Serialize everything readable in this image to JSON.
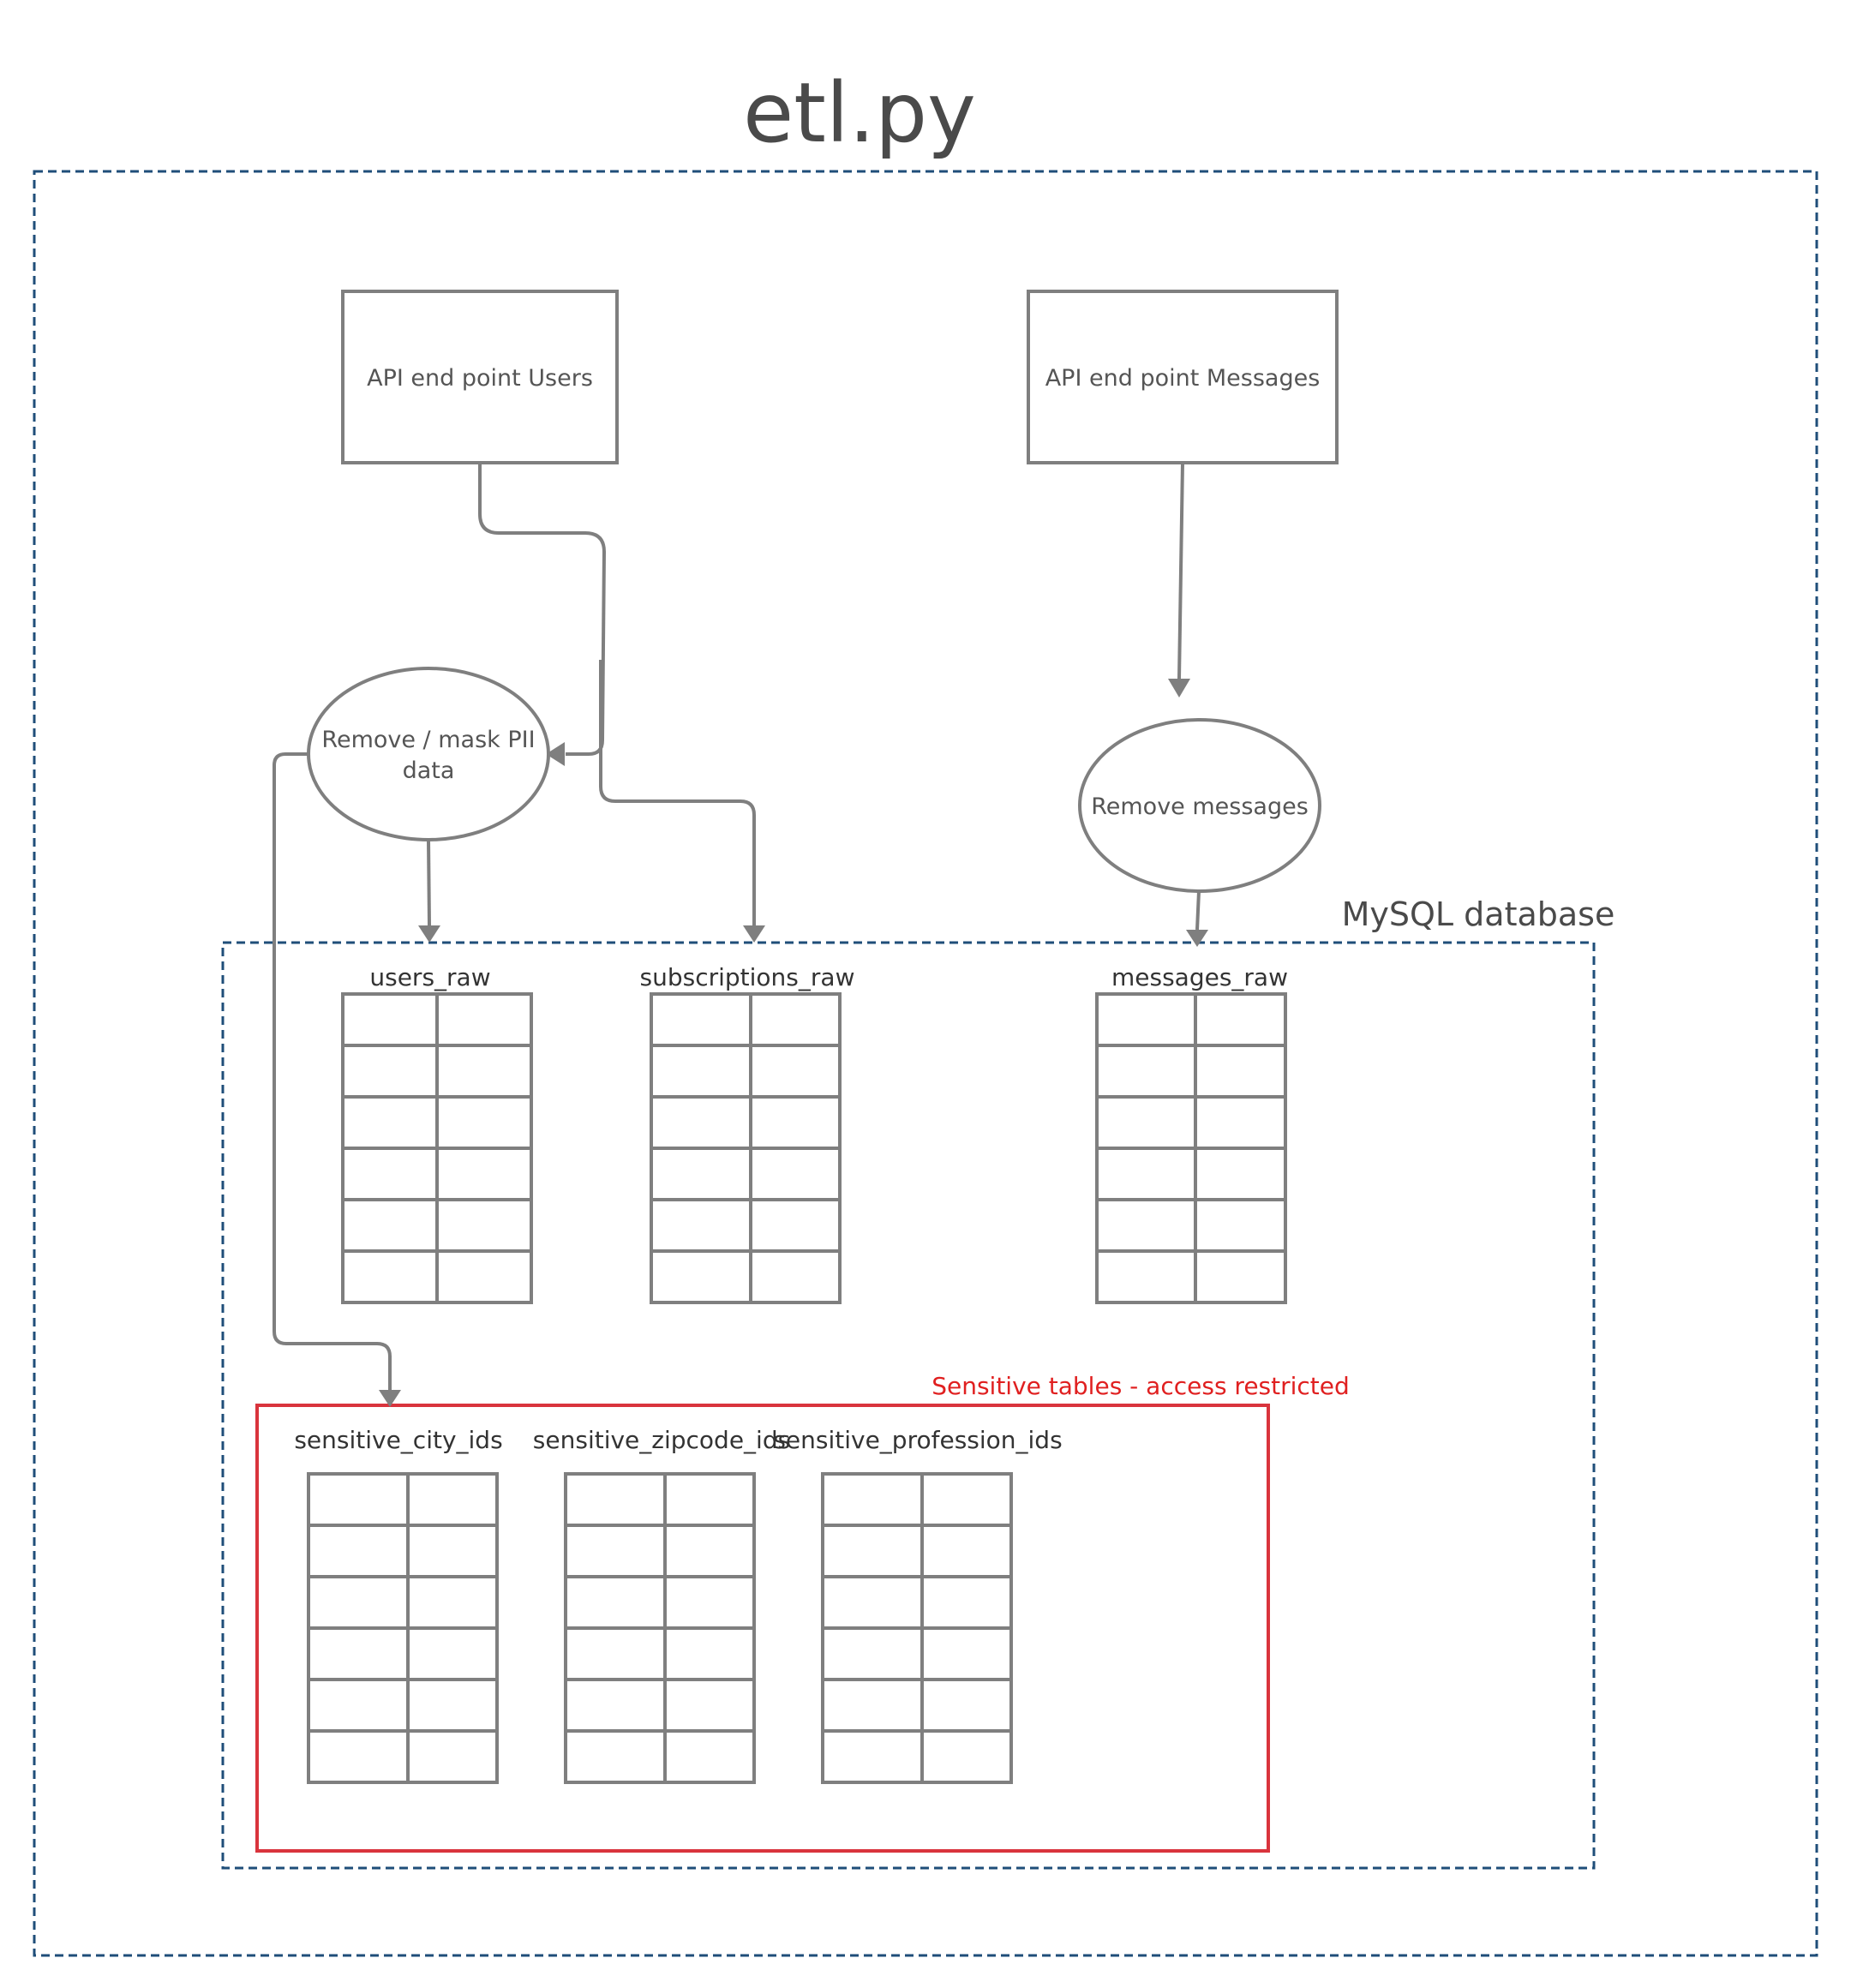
{
  "diagram": {
    "title": "etl.py",
    "database_label": "MySQL database",
    "restricted_label": "Sensitive tables - access restricted",
    "nodes": {
      "api_users": "API end point Users",
      "api_messages": "API end point Messages",
      "remove_pii_line1": "Remove / mask PII",
      "remove_pii_line2": "data",
      "remove_messages": "Remove messages"
    },
    "tables": {
      "users_raw": "users_raw",
      "subscriptions_raw": "subscriptions_raw",
      "messages_raw": "messages_raw",
      "sensitive_city_ids": "sensitive_city_ids",
      "sensitive_zipcode_ids": "sensitive_zipcode_ids",
      "sensitive_profession_ids": "sensitive_profession_ids"
    },
    "colors": {
      "frame": "#1f4e79",
      "restricted": "#d9343d",
      "stroke": "#7f7f7f"
    }
  }
}
